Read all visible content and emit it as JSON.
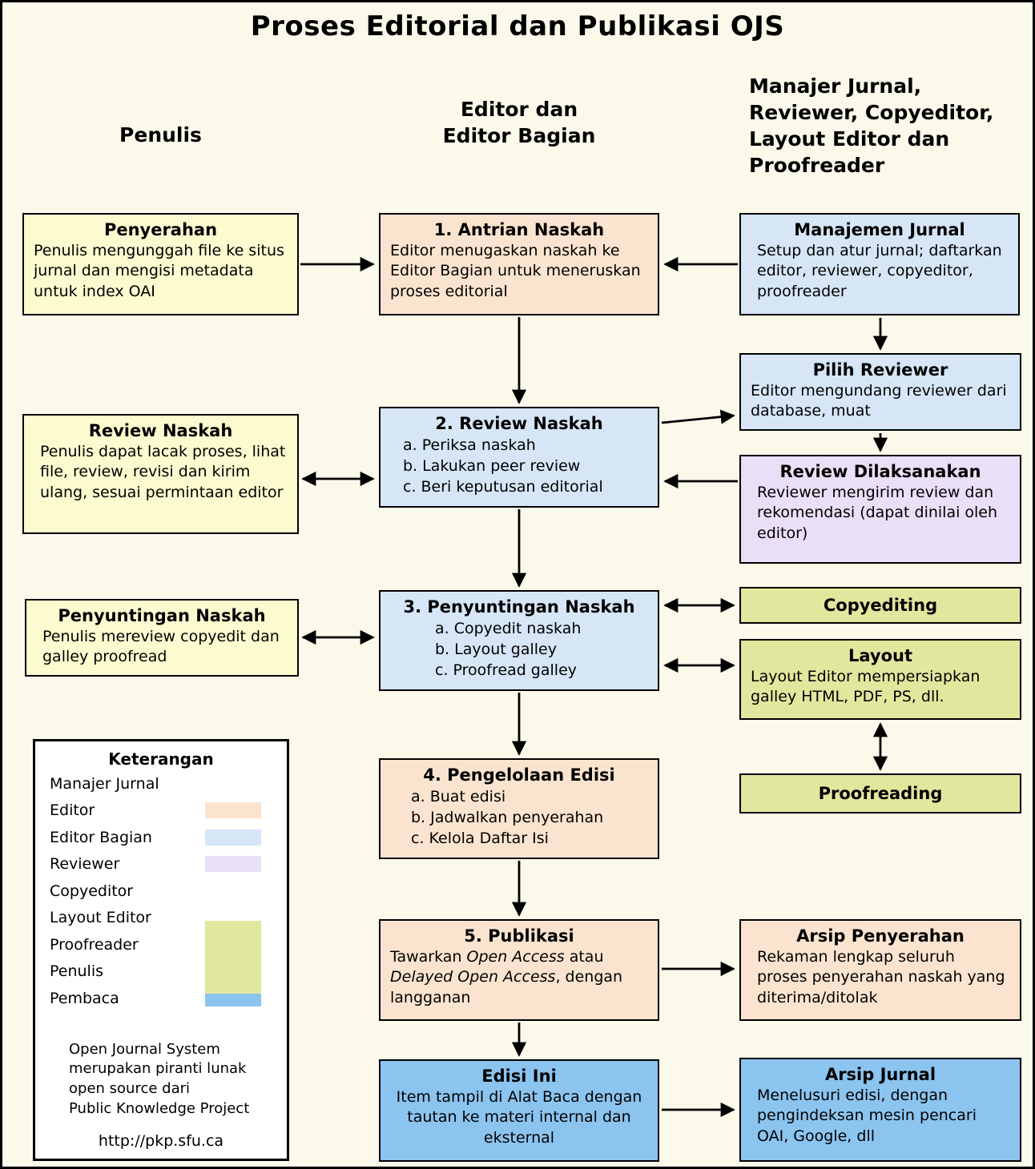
{
  "title": "Proses Editorial dan Publikasi OJS",
  "headers": {
    "penulis": "Penulis",
    "editor": [
      "Editor dan",
      "Editor Bagian"
    ],
    "manajer": [
      "Manajer Jurnal,",
      "Reviewer, Copyeditor,",
      "Layout Editor dan",
      "Proofreader"
    ]
  },
  "colors": {
    "background": "#FAF9EA",
    "penulis_yellow": "#FCFBD0",
    "editor_peach": "#FBE4CF",
    "editor_bagian_blue": "#D6E6F7",
    "reviewer_lavender": "#E9E0F7",
    "copyeditor_green": "#E2E79E",
    "pembaca_blue": "#8CC4F0"
  },
  "boxes": {
    "penyerahan": {
      "title": "Penyerahan",
      "body": "Penulis mengunggah file ke situs jurnal dan mengisi metadata untuk index OAI"
    },
    "review_naskah_penulis": {
      "title": "Review Naskah",
      "body": "Penulis dapat lacak proses, lihat file, review, revisi dan kirim ulang, sesuai permintaan editor"
    },
    "penyuntingan_naskah_penulis": {
      "title": "Penyuntingan Naskah",
      "body": "Penulis mereview copyedit dan galley proofread"
    },
    "antrian_naskah": {
      "title": "1. Antrian Naskah",
      "body": "Editor menugaskan naskah ke Editor Bagian untuk meneruskan proses editorial"
    },
    "review_naskah": {
      "title": "2. Review Naskah",
      "items": [
        "a. Periksa naskah",
        "b. Lakukan peer review",
        "c. Beri keputusan editorial"
      ]
    },
    "penyuntingan_naskah": {
      "title": "3. Penyuntingan Naskah",
      "items": [
        "a. Copyedit naskah",
        "b. Layout galley",
        "c. Proofread galley"
      ]
    },
    "pengelolaan_edisi": {
      "title": "4. Pengelolaan Edisi",
      "items": [
        "a. Buat edisi",
        "b. Jadwalkan penyerahan",
        "c. Kelola Daftar Isi"
      ]
    },
    "publikasi": {
      "title": "5. Publikasi",
      "segments": [
        {
          "text": "Tawarkan ",
          "italic": false
        },
        {
          "text": "Open Access",
          "italic": true
        },
        {
          "text": " atau ",
          "italic": false
        },
        {
          "text": "Delayed Open Access",
          "italic": true
        },
        {
          "text": ", dengan langganan",
          "italic": false
        }
      ]
    },
    "edisi_ini": {
      "title": "Edisi Ini",
      "body": "Item tampil di Alat Baca dengan tautan ke materi internal dan eksternal"
    },
    "manajemen_jurnal": {
      "title": "Manajemen Jurnal",
      "body": "Setup dan atur jurnal; daftarkan editor, reviewer, copyeditor, proofreader"
    },
    "pilih_reviewer": {
      "title": "Pilih Reviewer",
      "body": "Editor mengundang reviewer dari database, muat"
    },
    "review_dilaksanakan": {
      "title": "Review Dilaksanakan",
      "body": "Reviewer mengirim review dan rekomendasi (dapat dinilai oleh editor)"
    },
    "copyediting": {
      "title": "Copyediting"
    },
    "layout": {
      "title": "Layout",
      "body": "Layout Editor mempersiapkan galley HTML, PDF, PS, dll."
    },
    "proofreading": {
      "title": "Proofreading"
    },
    "arsip_penyerahan": {
      "title": "Arsip Penyerahan",
      "body": "Rekaman lengkap seluruh proses penyerahan naskah yang diterima/ditolak"
    },
    "arsip_jurnal": {
      "title": "Arsip Jurnal",
      "body": "Menelusuri edisi, dengan pengindeksan mesin pencari OAI, Google, dll"
    }
  },
  "legend": {
    "title": "Keterangan",
    "entries": [
      {
        "label": "Manajer Jurnal",
        "swatch": null
      },
      {
        "label": "Editor",
        "swatch": "#FBE4CF"
      },
      {
        "label": "Editor Bagian",
        "swatch": "#D6E6F7"
      },
      {
        "label": "Reviewer",
        "swatch": "#E9E0F7"
      },
      {
        "label": "Copyeditor",
        "swatch": "#E2E79E"
      },
      {
        "label": "Layout Editor",
        "swatch": "#E2E79E"
      },
      {
        "label": "Proofreader",
        "swatch": "#E2E79E"
      },
      {
        "label": "Penulis",
        "swatch": "#FCFBD0"
      },
      {
        "label": "Pembaca",
        "swatch": "#8CC4F0"
      }
    ],
    "footer": [
      "Open Journal System",
      "merupakan piranti lunak",
      "open source dari",
      "Public Knowledge Project"
    ],
    "url": "http://pkp.sfu.ca"
  }
}
